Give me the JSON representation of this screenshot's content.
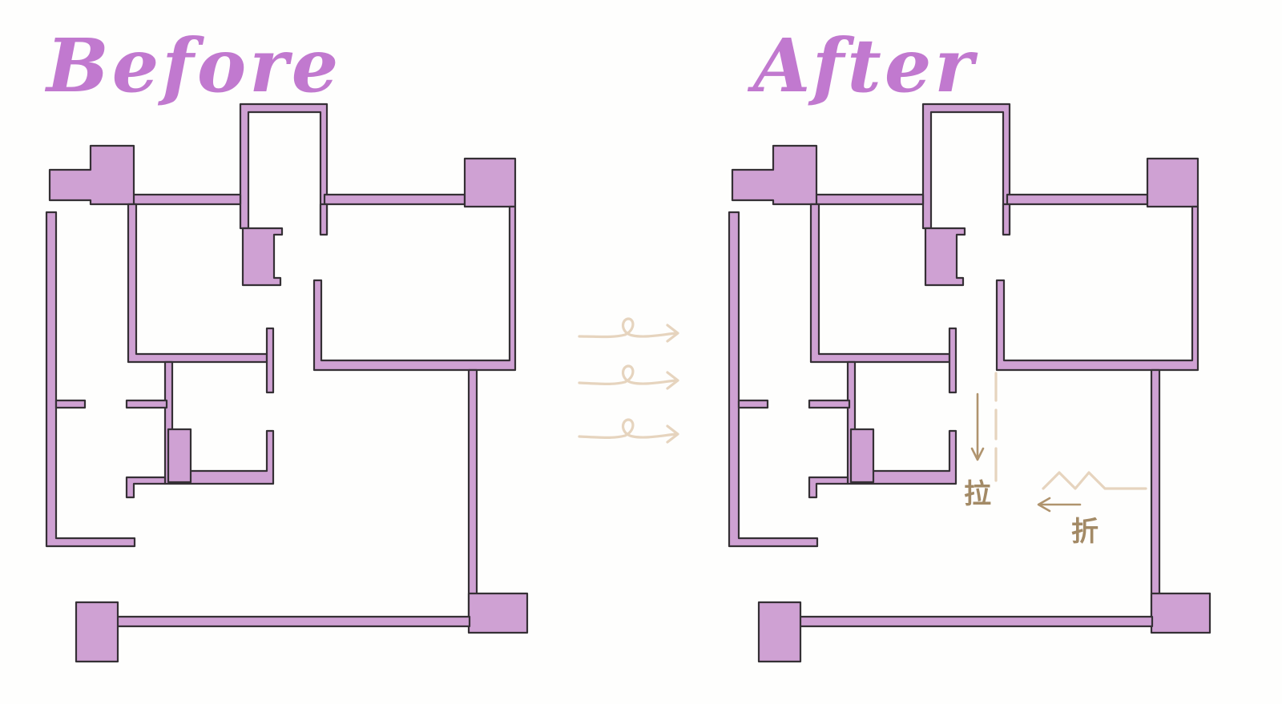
{
  "titles": {
    "before": "Before",
    "after": "After"
  },
  "annotations": {
    "pull": "拉",
    "fold": "折"
  },
  "colors": {
    "wall_fill": "#cfa1d3",
    "wall_outline": "#353035",
    "title": "#c179cf",
    "arrow_light": "#e6d4be",
    "arrow_dark": "#b0946e"
  },
  "icons": {
    "transition": "three-curly-arrows-right",
    "pull_arrow": "arrow-down",
    "fold_arrow": "arrow-left",
    "sliding_door": "dashed-vertical-line",
    "folding_door": "zigzag-line"
  }
}
